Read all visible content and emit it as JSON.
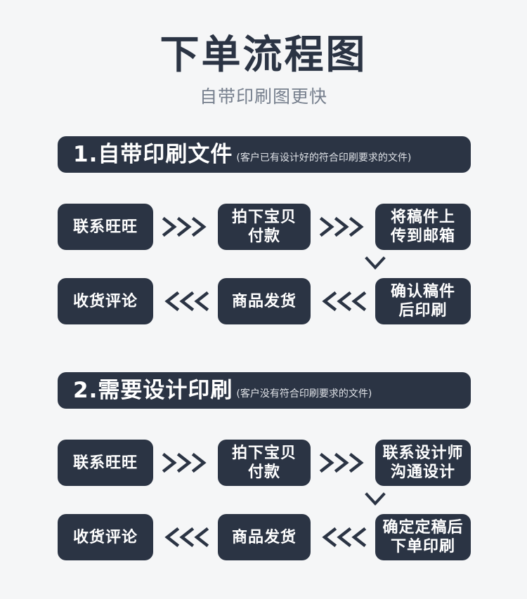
{
  "title": {
    "main": "下单流程图",
    "sub": "自带印刷图更快"
  },
  "colors": {
    "background": "#f5f6f7",
    "node": "#2b3444",
    "node_text": "#ffffff",
    "title": "#2b3444",
    "subtitle": "#767f8d",
    "note": "#dfe2e7"
  },
  "sections": [
    {
      "header_title": "1.自带印刷文件",
      "header_note": "(客户已有设计好的符合印刷要求的文件)",
      "rows": [
        {
          "direction": "right",
          "connector_label": ">>>",
          "nodes": [
            "联系旺旺",
            "拍下宝贝\n付款",
            "将稿件上\n传到邮箱"
          ],
          "node_lines": [
            [
              "联系旺旺"
            ],
            [
              "拍下宝贝",
              "付款"
            ],
            [
              "将稿件上",
              "传到邮箱"
            ]
          ]
        },
        {
          "direction": "left",
          "connector_label": "<<<",
          "nodes": [
            "收货评论",
            "商品发货",
            "确认稿件\n后印刷"
          ],
          "node_lines": [
            [
              "收货评论"
            ],
            [
              "商品发货"
            ],
            [
              "确认稿件",
              "后印刷"
            ]
          ]
        }
      ],
      "down_connector": "v"
    },
    {
      "header_title": "2.需要设计印刷",
      "header_note": "(客户没有符合印刷要求的文件)",
      "rows": [
        {
          "direction": "right",
          "connector_label": ">>>",
          "nodes": [
            "联系旺旺",
            "拍下宝贝\n付款",
            "联系设计师\n沟通设计"
          ],
          "node_lines": [
            [
              "联系旺旺"
            ],
            [
              "拍下宝贝",
              "付款"
            ],
            [
              "联系设计师",
              "沟通设计"
            ]
          ]
        },
        {
          "direction": "left",
          "connector_label": "<<<",
          "nodes": [
            "收货评论",
            "商品发货",
            "确定定稿后\n下单印刷"
          ],
          "node_lines": [
            [
              "收货评论"
            ],
            [
              "商品发货"
            ],
            [
              "确定定稿后",
              "下单印刷"
            ]
          ]
        }
      ],
      "down_connector": "v"
    }
  ]
}
